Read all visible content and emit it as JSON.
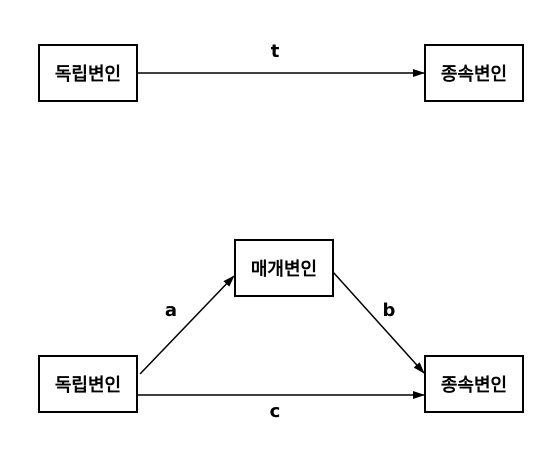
{
  "top_diagram": {
    "independent": "독립변인",
    "dependent": "종속변인",
    "path_t": "t"
  },
  "bottom_diagram": {
    "mediator": "매개변인",
    "independent": "독립변인",
    "dependent": "종속변인",
    "path_a": "a",
    "path_b": "b",
    "path_c": "c"
  },
  "colors": {
    "line": "#000000",
    "box_border": "#000000",
    "background": "#ffffff"
  }
}
